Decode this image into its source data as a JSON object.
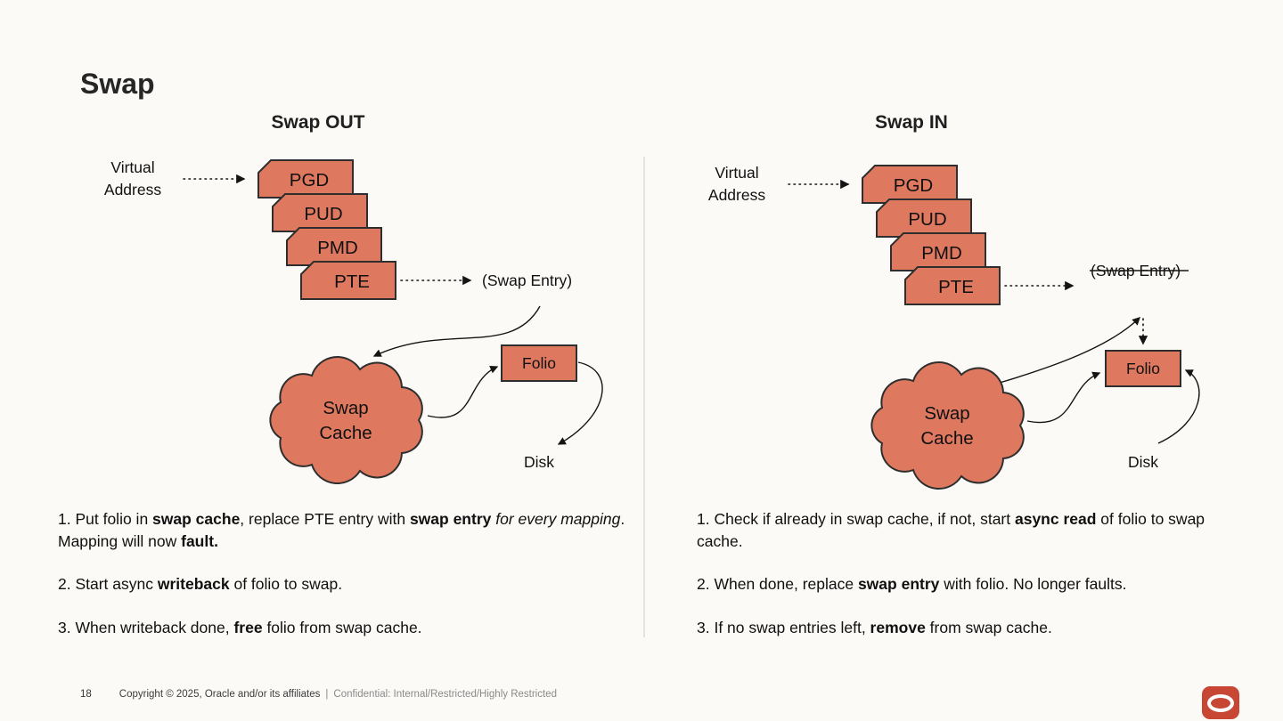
{
  "title": "Swap",
  "colors": {
    "accent": "#DE7960",
    "stroke": "#2e2e2e",
    "oracle_red": "#C74634",
    "background": "#FBFAF7"
  },
  "panels": [
    {
      "heading": "Swap OUT",
      "diagram": {
        "virtual_address_line1": "Virtual",
        "virtual_address_line2": "Address",
        "boxes": [
          "PGD",
          "PUD",
          "PMD",
          "PTE"
        ],
        "swap_entry": "(Swap Entry)",
        "swap_entry_struck": false,
        "cloud_line1": "Swap",
        "cloud_line2": "Cache",
        "folio": "Folio",
        "disk": "Disk"
      },
      "steps": [
        {
          "segments": [
            {
              "t": "1. Put folio in "
            },
            {
              "t": "swap cache",
              "b": true
            },
            {
              "t": ", replace PTE entry with "
            },
            {
              "t": "swap entry",
              "b": true
            },
            {
              "t": " "
            },
            {
              "t": "for every mapping",
              "i": true
            },
            {
              "t": ". Mapping will now "
            },
            {
              "t": "fault.",
              "b": true
            }
          ]
        },
        {
          "segments": [
            {
              "t": "2. Start async "
            },
            {
              "t": "writeback",
              "b": true
            },
            {
              "t": " of folio to swap."
            }
          ]
        },
        {
          "segments": [
            {
              "t": "3. When writeback done, "
            },
            {
              "t": "free",
              "b": true
            },
            {
              "t": " folio from swap cache."
            }
          ]
        }
      ]
    },
    {
      "heading": "Swap IN",
      "diagram": {
        "virtual_address_line1": "Virtual",
        "virtual_address_line2": "Address",
        "boxes": [
          "PGD",
          "PUD",
          "PMD",
          "PTE"
        ],
        "swap_entry": "(Swap Entry)",
        "swap_entry_struck": true,
        "cloud_line1": "Swap",
        "cloud_line2": "Cache",
        "folio": "Folio",
        "disk": "Disk"
      },
      "steps": [
        {
          "segments": [
            {
              "t": "1. Check if already in swap cache, if not, start "
            },
            {
              "t": "async read",
              "b": true
            },
            {
              "t": " of folio to swap cache."
            }
          ]
        },
        {
          "segments": [
            {
              "t": "2. When done, replace "
            },
            {
              "t": "swap entry",
              "b": true
            },
            {
              "t": " with folio. No longer faults."
            }
          ]
        },
        {
          "segments": [
            {
              "t": "3. If no swap entries left, "
            },
            {
              "t": "remove",
              "b": true
            },
            {
              "t": " from swap cache."
            }
          ]
        }
      ]
    }
  ],
  "footer": {
    "page_number": "18",
    "copyright": "Copyright © 2025, Oracle and/or its affiliates",
    "separator": "|",
    "confidential": "Confidential: Internal/Restricted/Highly Restricted"
  }
}
